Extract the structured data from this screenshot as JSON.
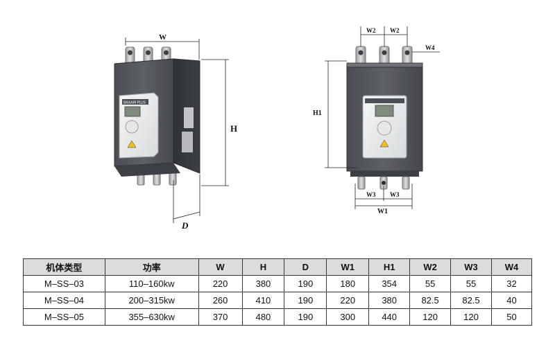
{
  "figure_left": {
    "labels": {
      "w": "W",
      "h": "H",
      "d": "D"
    },
    "display_text": "BAXAM PLUS"
  },
  "figure_right": {
    "labels": {
      "w2a": "W2",
      "w2b": "W2",
      "w4": "W4",
      "h1": "H1",
      "w3a": "W3",
      "w3b": "W3",
      "w1": "W1"
    }
  },
  "table": {
    "headers": [
      "机体类型",
      "功率",
      "W",
      "H",
      "D",
      "W1",
      "H1",
      "W2",
      "W3",
      "W4"
    ],
    "rows": [
      [
        "M–SS–03",
        "110–160kw",
        "220",
        "380",
        "190",
        "180",
        "354",
        "55",
        "55",
        "32"
      ],
      [
        "M–SS–04",
        "200–315kw",
        "260",
        "410",
        "190",
        "220",
        "380",
        "82.5",
        "82.5",
        "40"
      ],
      [
        "M–SS–05",
        "355–630kw",
        "370",
        "480",
        "190",
        "300",
        "440",
        "120",
        "120",
        "50"
      ]
    ]
  }
}
